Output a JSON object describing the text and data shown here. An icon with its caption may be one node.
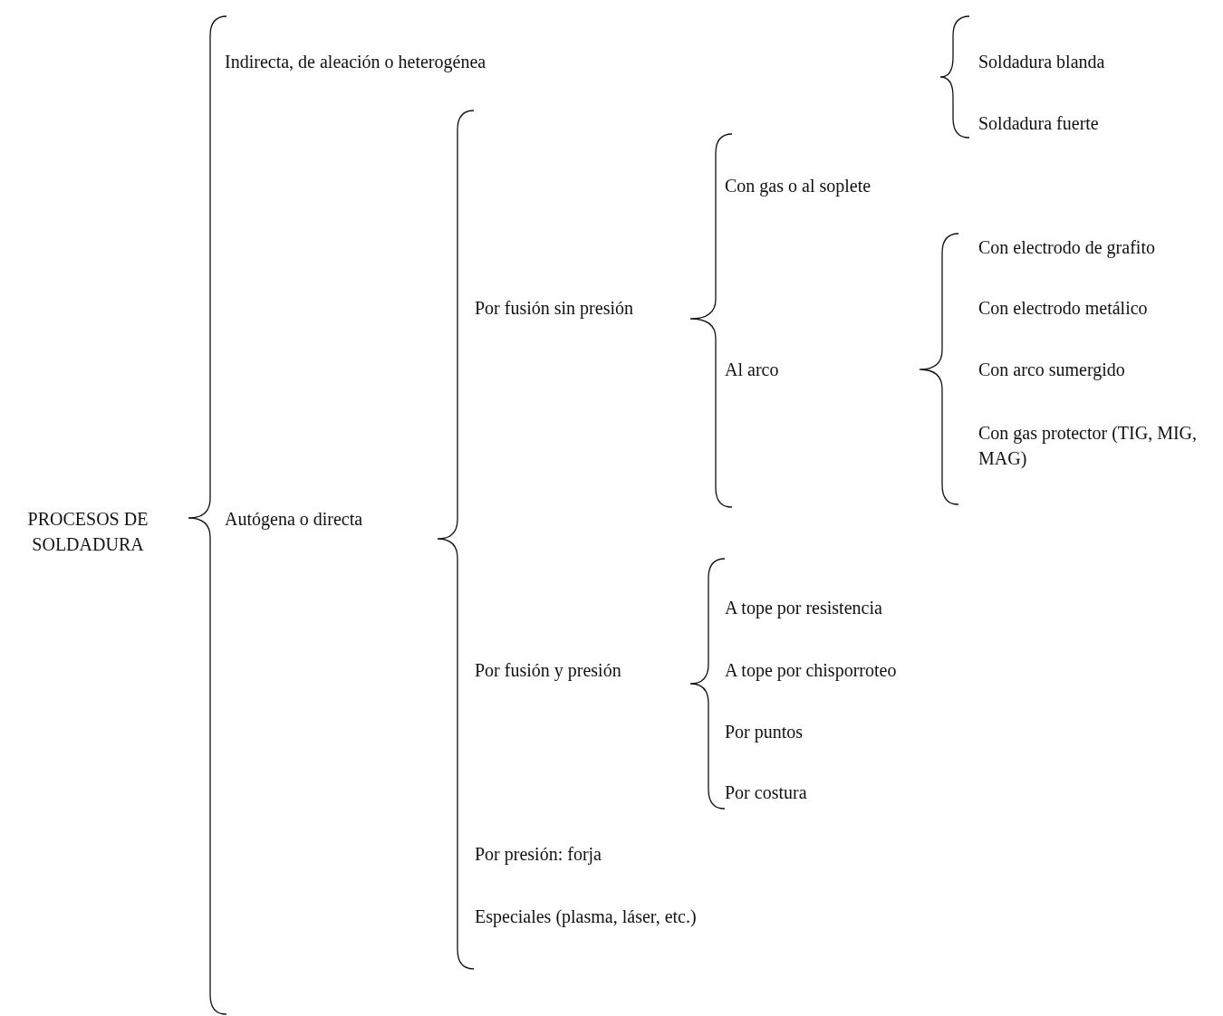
{
  "diagram": {
    "labels": [
      "Indirecta, de aleación o heterogénea",
      "Soldadura blanda",
      "Soldadura fuerte",
      "Con gas o al soplete",
      "Con electrodo de grafito",
      "Por fusión sin presión",
      "Con electrodo metálico",
      "Al arco",
      "Con arco sumergido",
      "Con gas protector (TIG, MIG, MAG)",
      "PROCESOS DE SOLDADURA",
      "Autógena o directa",
      "A tope por resistencia",
      "Por fusión y presión",
      "A tope por chisporroteo",
      "Por puntos",
      "Por costura",
      "Por presión: forja",
      "Especiales (plasma, láser, etc.)"
    ]
  }
}
